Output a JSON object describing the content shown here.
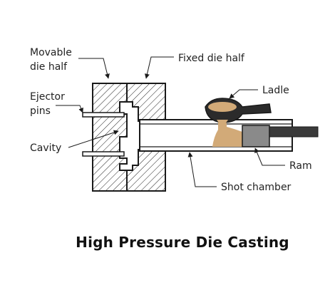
{
  "labels": {
    "movable_line1": "Movable",
    "movable_line2": "die half",
    "fixed": "Fixed die half",
    "ejector_line1": "Ejector",
    "ejector_line2": "pins",
    "cavity": "Cavity",
    "ladle": "Ladle",
    "ram": "Ram",
    "shot_chamber": "Shot chamber"
  },
  "caption": "High Pressure Die Casting",
  "colors": {
    "metal": "#d2aa78",
    "ram": "#8a8a8a",
    "ram_rod": "#3a3a3a",
    "ladle_body": "#2b2b2b",
    "line": "#1a1a1a"
  }
}
